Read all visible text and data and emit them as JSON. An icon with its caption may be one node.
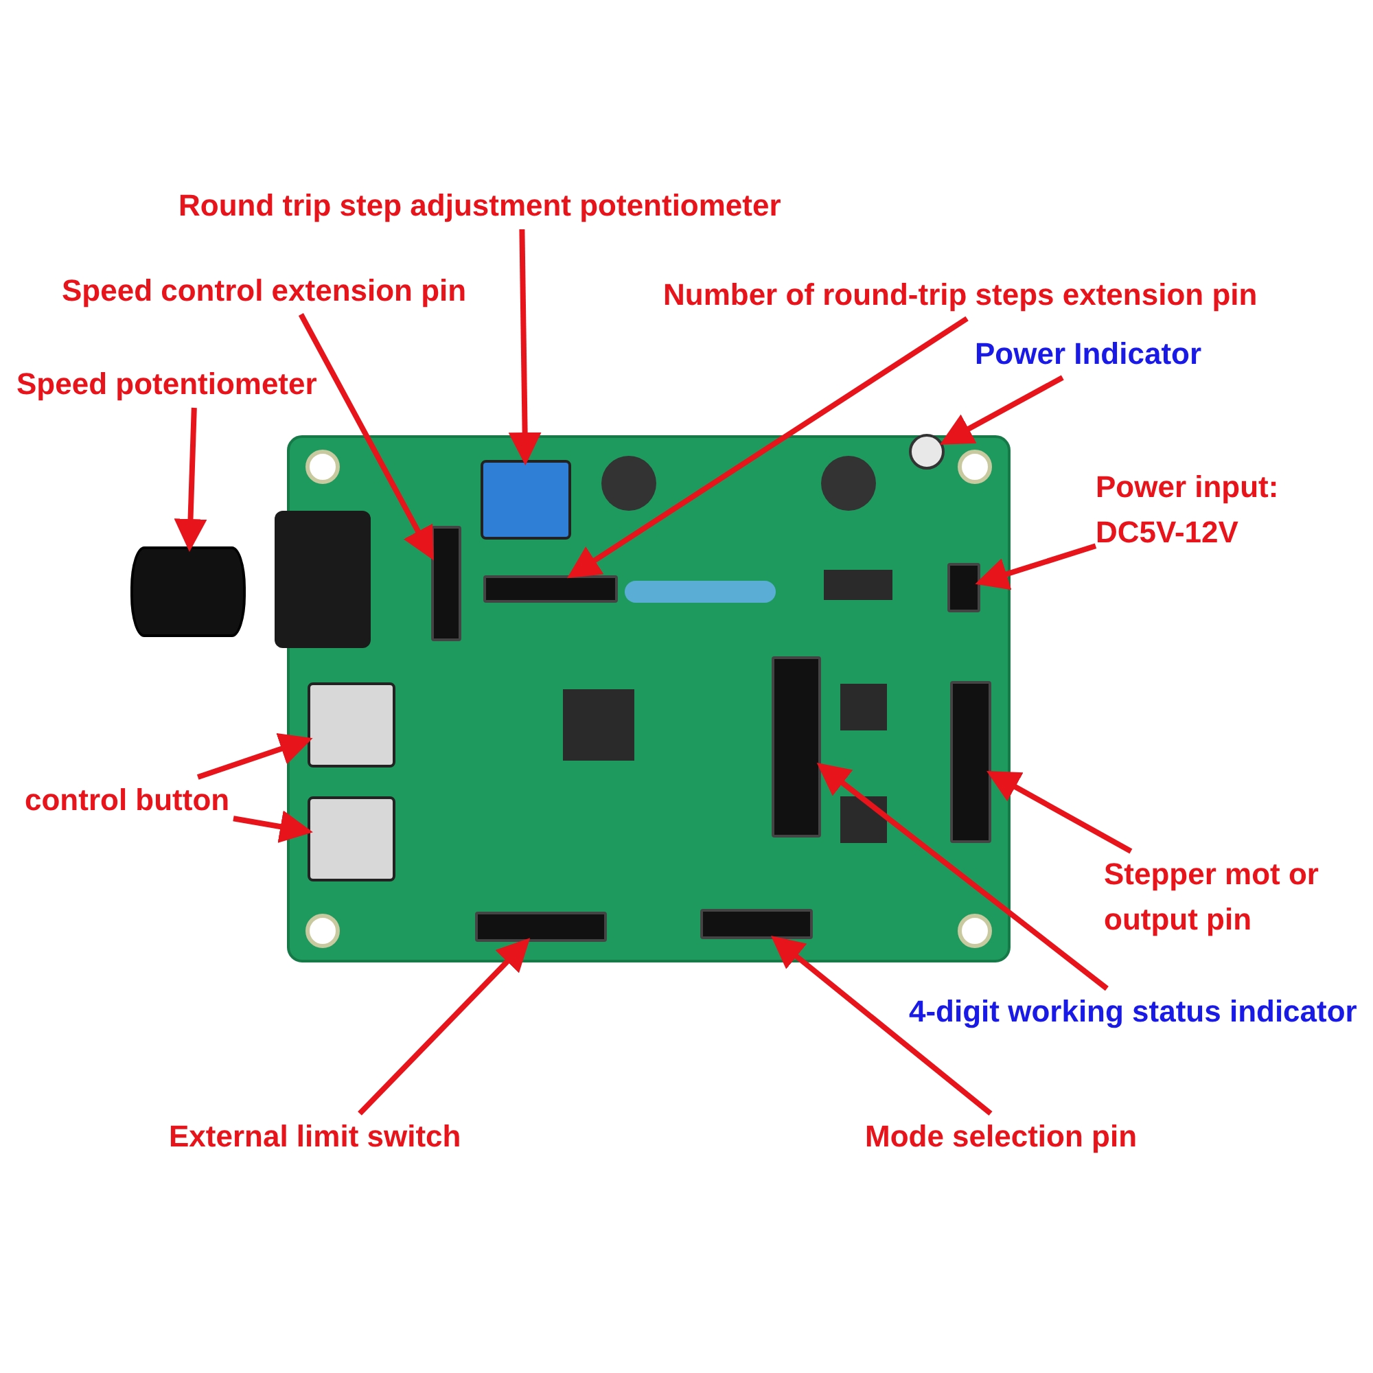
{
  "diagram": {
    "nodes": [
      {
        "text": [
          "Round trip step adjustment potentiometer"
        ]
      },
      {
        "text": [
          "Speed control extension pin"
        ]
      },
      {
        "text": [
          "Number of round-trip steps extension pin"
        ]
      },
      {
        "text": [
          "Speed potentiometer"
        ]
      },
      {
        "text": [
          "Power Indicator"
        ]
      },
      {
        "text": [
          "Power input: DC5V-12V"
        ]
      },
      {
        "text": [
          "control button"
        ]
      },
      {
        "text": [
          "Stepper mot or output pin"
        ]
      },
      {
        "text": [
          "4-digit working status indicator"
        ]
      },
      {
        "text": [
          "External limit switch"
        ]
      },
      {
        "text": [
          "Mode selection pin"
        ]
      },
      {
        "text": [],
        "shape": "box"
      },
      {
        "text": [],
        "shape": "bar"
      },
      {
        "text": [],
        "shape": "bar"
      },
      {
        "text": [],
        "shape": "cylinder"
      },
      {
        "text": [],
        "shape": "circle"
      },
      {
        "text": [],
        "shape": "bar"
      },
      {
        "text": [],
        "shape": "box"
      },
      {
        "text": [],
        "shape": "box"
      },
      {
        "text": [],
        "shape": "bar"
      },
      {
        "text": [],
        "shape": "bar"
      },
      {
        "text": [],
        "shape": "bar"
      },
      {
        "text": [],
        "shape": "bar"
      }
    ],
    "edges": [
      {
        "from": 0,
        "to": 11,
        "arrow": "to"
      },
      {
        "from": 1,
        "to": 12,
        "arrow": "to"
      },
      {
        "from": 2,
        "to": 13,
        "arrow": "to"
      },
      {
        "from": 3,
        "to": 14,
        "arrow": "to"
      },
      {
        "from": 4,
        "to": 15,
        "arrow": "to"
      },
      {
        "from": 5,
        "to": 16,
        "arrow": "to"
      },
      {
        "from": 6,
        "to": 17,
        "arrow": "to"
      },
      {
        "from": 6,
        "to": 18,
        "arrow": "to"
      },
      {
        "from": 7,
        "to": 19,
        "arrow": "to"
      },
      {
        "from": 8,
        "to": 20,
        "arrow": "to"
      },
      {
        "from": 9,
        "to": 21,
        "arrow": "to"
      },
      {
        "from": 10,
        "to": 22,
        "arrow": "to"
      }
    ]
  }
}
